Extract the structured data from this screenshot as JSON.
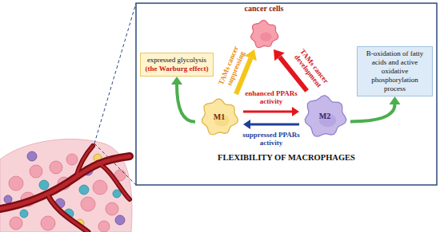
{
  "diagram": {
    "nodes": [
      {
        "text": [
          "cancer cells"
        ]
      },
      {
        "text": [
          "M1"
        ]
      },
      {
        "text": [
          "M2"
        ]
      },
      {
        "text": [
          "expressed glycolysis",
          "(the Warburg effect)"
        ]
      },
      {
        "text": [
          "B-oxidation of fatty acids and active oxidative phosphorylation process"
        ]
      }
    ],
    "edges": [
      {
        "from": 1,
        "to": 0,
        "label": "TAMs cancer suppressing",
        "arrow": "to"
      },
      {
        "from": 2,
        "to": 0,
        "label": "TAMs cancer development",
        "arrow": "to"
      },
      {
        "from": 1,
        "to": 2,
        "label": "enhanced PPARs activity",
        "arrow": "to"
      },
      {
        "from": 2,
        "to": 1,
        "label": "suppressed PPARs activity",
        "arrow": "to"
      },
      {
        "from": 1,
        "to": 3,
        "arrow": "to"
      },
      {
        "from": 2,
        "to": 4,
        "arrow": "to"
      }
    ],
    "labels": [
      "FLEXIBILITY OF MACROPHAGES"
    ]
  }
}
